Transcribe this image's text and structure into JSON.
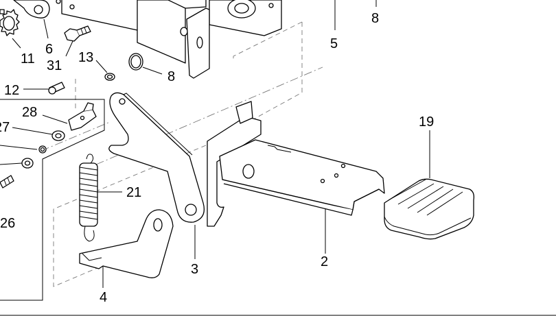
{
  "callouts": {
    "c11": "11",
    "c6": "6",
    "c31": "31",
    "c13": "13",
    "c8a": "8",
    "c5": "5",
    "c8b": "8",
    "c12": "12",
    "c28": "28",
    "c27": "27",
    "c26": "26",
    "c21": "21",
    "c19": "19",
    "c3": "3",
    "c2": "2",
    "c4": "4"
  }
}
